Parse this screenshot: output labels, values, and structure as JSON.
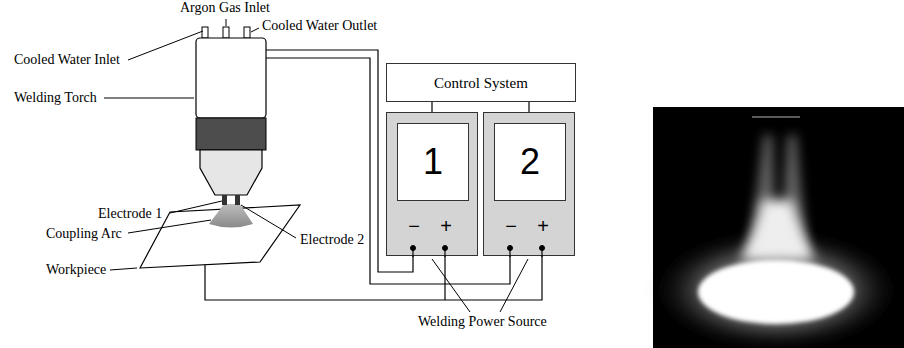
{
  "diagram": {
    "nodes": [
      {
        "text": [
          "Control System"
        ]
      },
      {
        "text": [
          "1",
          "−",
          "+"
        ]
      },
      {
        "text": [
          "2",
          "−",
          "+"
        ]
      }
    ],
    "edges": [
      {
        "from": 0,
        "to": 1,
        "arrow": "none"
      },
      {
        "from": 0,
        "to": 2,
        "arrow": "none"
      }
    ],
    "labels": [
      "Argon Gas Inlet",
      "Cooled Water Outlet",
      "Cooled Water Inlet",
      "Welding Torch",
      "Electrode 1",
      "Coupling Arc",
      "Electrode 2",
      "Workpiece",
      "Welding Power Source"
    ]
  }
}
